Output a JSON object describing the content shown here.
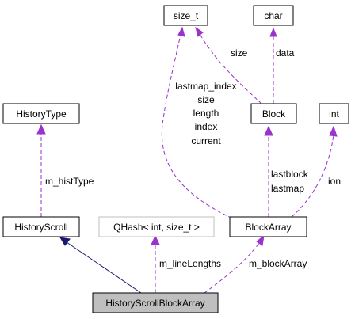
{
  "diagram": {
    "nodes": {
      "size_t": "size_t",
      "char": "char",
      "history_type": "HistoryType",
      "block": "Block",
      "int": "int",
      "history_scroll": "HistoryScroll",
      "qhash": "QHash< int, size_t >",
      "block_array": "BlockArray",
      "history_scroll_block_array": "HistoryScrollBlockArray"
    },
    "edge_labels": {
      "size": "size",
      "data": "data",
      "lastmap_index": "lastmap_index",
      "size2": "size",
      "length": "length",
      "index": "index",
      "current": "current",
      "m_hist_type": "m_histType",
      "lastblock": "lastblock",
      "lastmap": "lastmap",
      "ion": "ion",
      "m_line_lengths": "m_lineLengths",
      "m_block_array": "m_blockArray"
    },
    "colors": {
      "usage_edge": "#9a32cd",
      "inheritance_edge": "#191970",
      "focus_fill": "#bfbfbf",
      "muted_border": "#bfbfbf"
    }
  }
}
